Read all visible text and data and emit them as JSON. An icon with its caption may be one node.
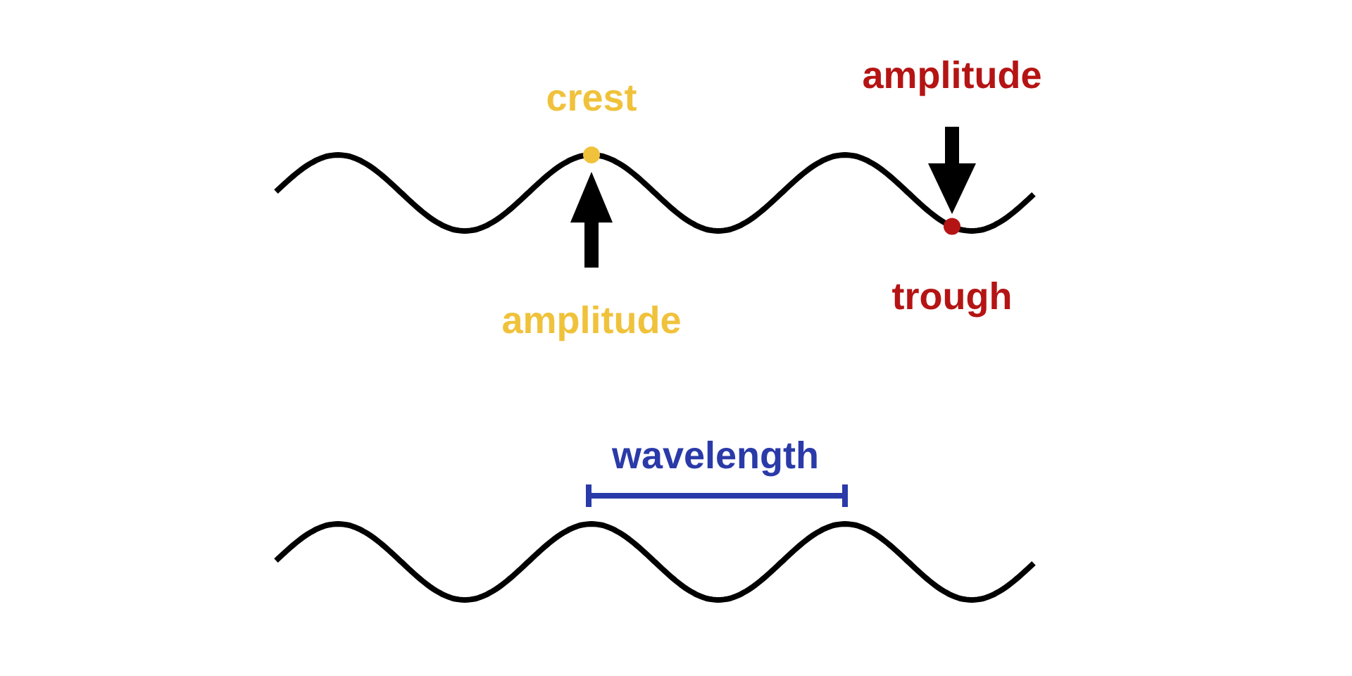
{
  "diagram": {
    "labels": [
      "crest",
      "amplitude",
      "amplitude",
      "trough",
      "wavelength"
    ]
  }
}
